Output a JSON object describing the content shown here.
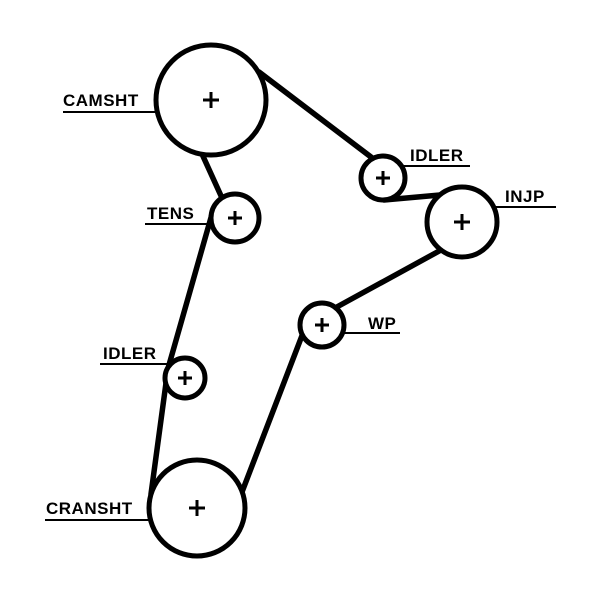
{
  "diagram": {
    "type": "timing-belt-routing-diagram",
    "colors": {
      "line": "#000000",
      "background": "#ffffff",
      "pulley_fill": "#ffffff"
    }
  },
  "pulleys": [
    {
      "id": "camsht",
      "label": "CAMSHT",
      "role": "camshaft-sprocket"
    },
    {
      "id": "idler-top",
      "label": "IDLER",
      "role": "idler-pulley"
    },
    {
      "id": "injp",
      "label": "INJP",
      "role": "injection-pump-sprocket"
    },
    {
      "id": "tens",
      "label": "TENS",
      "role": "tensioner-pulley"
    },
    {
      "id": "wp",
      "label": "WP",
      "role": "water-pump-pulley"
    },
    {
      "id": "idler-left",
      "label": "IDLER",
      "role": "idler-pulley"
    },
    {
      "id": "cransht",
      "label": "CRANSHT",
      "role": "crankshaft-sprocket"
    }
  ]
}
